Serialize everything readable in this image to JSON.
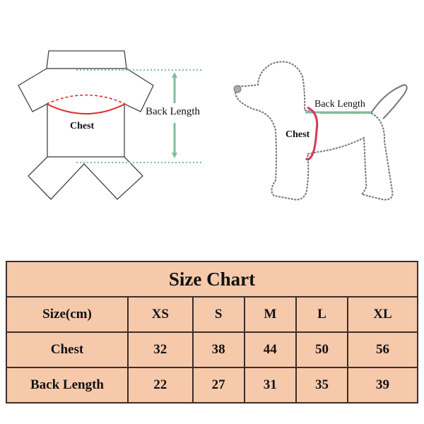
{
  "diagrams": {
    "garment": {
      "chest_label": "Chest",
      "back_length_label": "Back Length"
    },
    "dog": {
      "chest_label": "Chest",
      "back_length_label": "Back Length"
    }
  },
  "colors": {
    "table_bg": "#f7c9ab",
    "table_border": "#3a2e2a",
    "chest_line": "#e02a2a",
    "back_length_line": "#7fbf9a",
    "outline": "#555555"
  },
  "size_chart": {
    "title": "Size Chart",
    "header": [
      "Size(cm)",
      "XS",
      "S",
      "M",
      "L",
      "XL"
    ],
    "rows": [
      {
        "label": "Chest",
        "values": [
          "32",
          "38",
          "44",
          "50",
          "56"
        ]
      },
      {
        "label": "Back Length",
        "values": [
          "22",
          "27",
          "31",
          "35",
          "39"
        ]
      }
    ]
  },
  "chart_data": {
    "type": "table",
    "title": "Size Chart",
    "columns": [
      "Size(cm)",
      "XS",
      "S",
      "M",
      "L",
      "XL"
    ],
    "categories": [
      "XS",
      "S",
      "M",
      "L",
      "XL"
    ],
    "series": [
      {
        "name": "Chest",
        "values": [
          32,
          38,
          44,
          50,
          56
        ]
      },
      {
        "name": "Back Length",
        "values": [
          22,
          27,
          31,
          35,
          39
        ]
      }
    ],
    "unit": "cm"
  }
}
